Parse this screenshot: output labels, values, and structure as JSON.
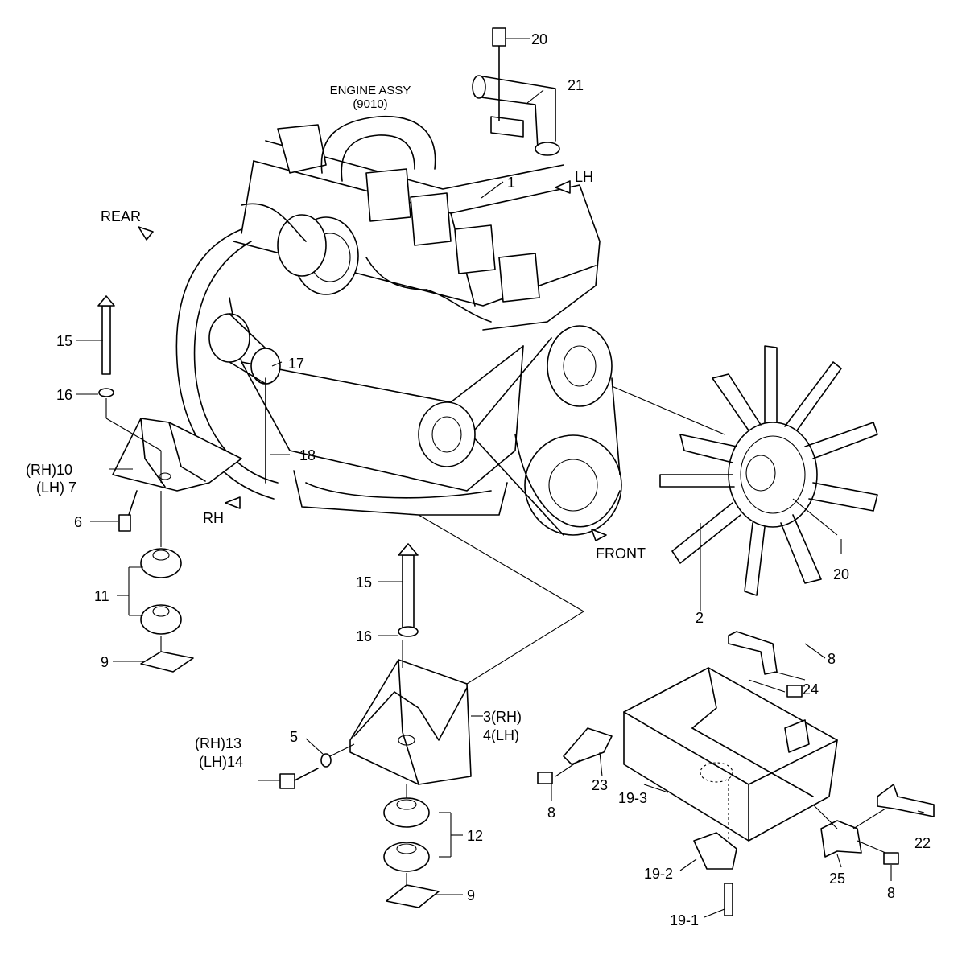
{
  "title": "ENGINE ASSY",
  "title_code": "(9010)",
  "directions": {
    "rear": "REAR",
    "lh": "LH",
    "rh": "RH",
    "front": "FRONT"
  },
  "callouts": {
    "c1": "1",
    "c2": "2",
    "c3": "3(RH)",
    "c4": "4(LH)",
    "c5": "5",
    "c6": "6",
    "c7": "(LH) 7",
    "c8a": "8",
    "c8b": "8",
    "c8c": "8",
    "c9a": "9",
    "c9b": "9",
    "c10": "(RH)10",
    "c11": "11",
    "c12": "12",
    "c13": "(RH)13",
    "c14": "(LH)14",
    "c15a": "15",
    "c15b": "15",
    "c16a": "16",
    "c16b": "16",
    "c17": "17",
    "c18": "18",
    "c19_1": "19-1",
    "c19_2": "19-2",
    "c19_3": "19-3",
    "c20a": "20",
    "c20b": "20",
    "c21": "21",
    "c22": "22",
    "c23": "23",
    "c24": "24",
    "c25": "25"
  }
}
